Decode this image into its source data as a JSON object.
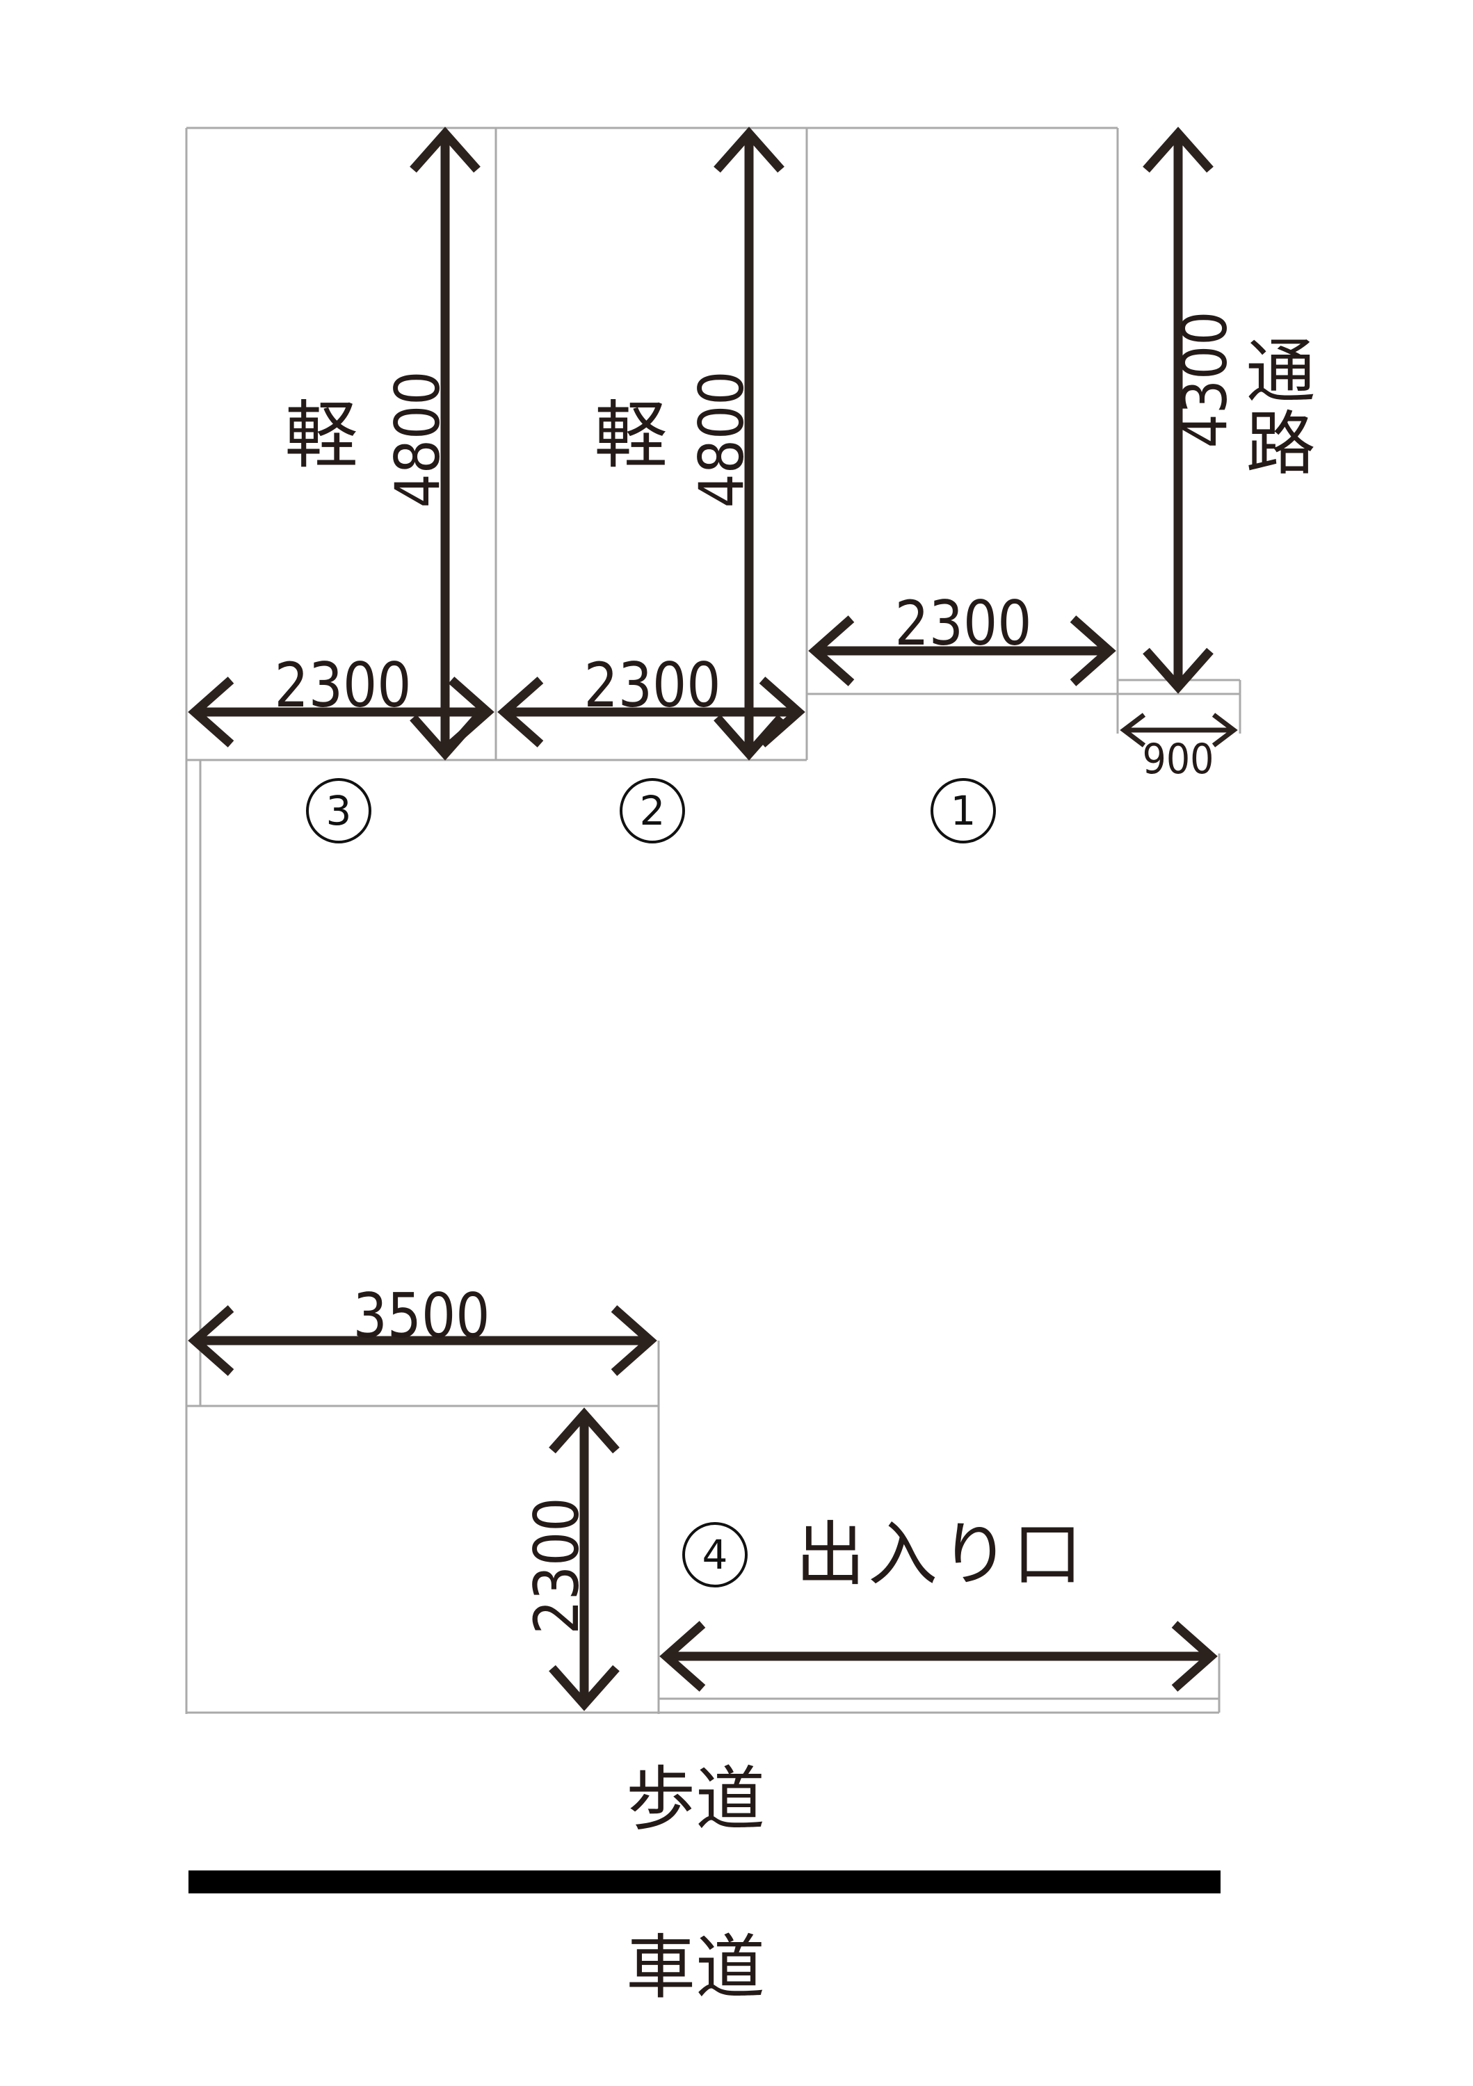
{
  "colors": {
    "dimension_line": "#2b221e",
    "boundary_line": "#aaaaaa",
    "road_bar": "#000000"
  },
  "spaces": [
    {
      "number": "3",
      "vehicle_label": "軽",
      "width_mm": "2300",
      "depth_mm": "4800"
    },
    {
      "number": "2",
      "vehicle_label": "軽",
      "width_mm": "2300",
      "depth_mm": "4800"
    },
    {
      "number": "1",
      "width_mm": "2300"
    }
  ],
  "aisle": {
    "label": "通路",
    "width_mm": "4300",
    "edge_offset_mm": "900"
  },
  "lower_area": {
    "width_mm": "3500",
    "depth_mm": "2300"
  },
  "entrance": {
    "number": "4",
    "label": "出入り口"
  },
  "sidewalk": {
    "label": "歩道"
  },
  "road": {
    "label": "車道"
  }
}
